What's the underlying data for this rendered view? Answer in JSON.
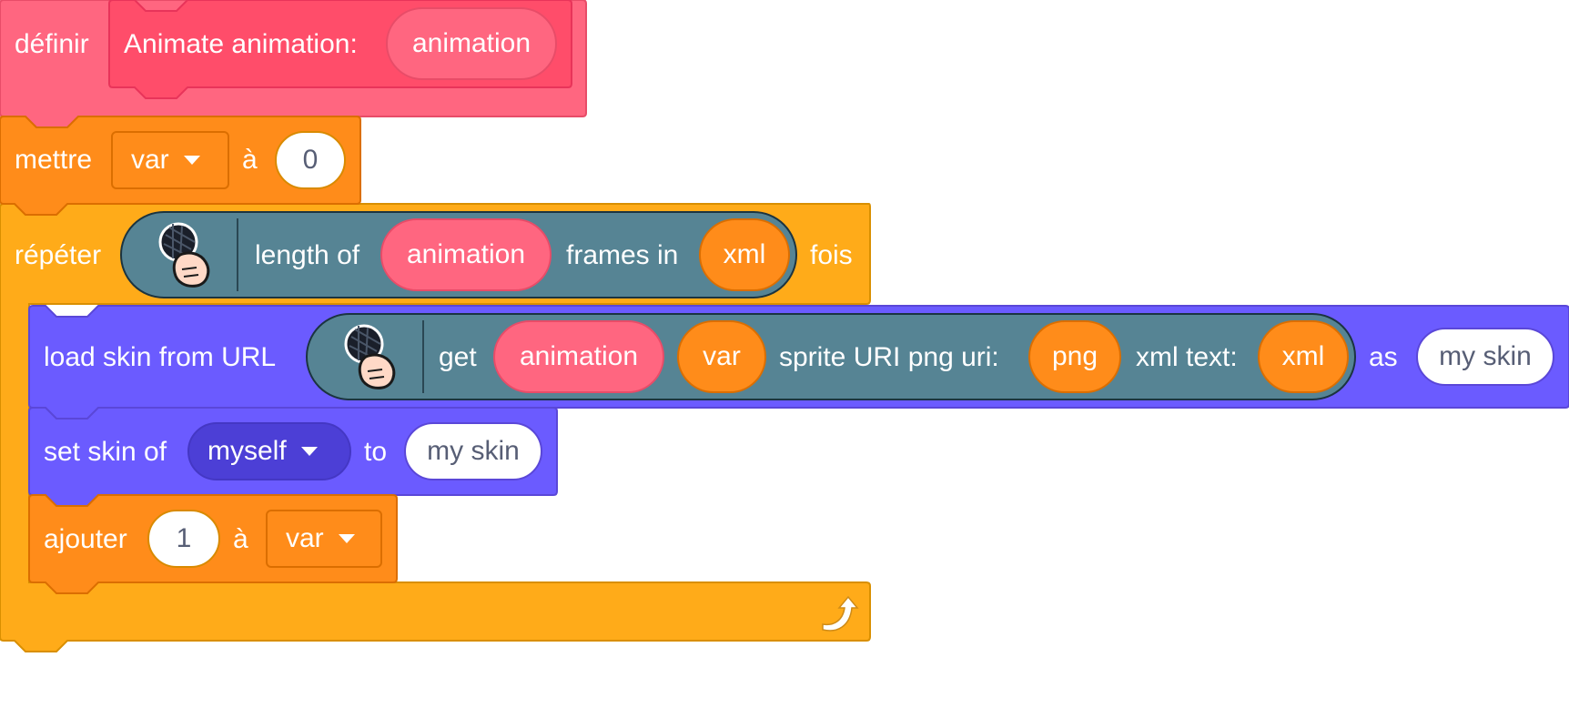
{
  "define_block": {
    "keyword": "définir",
    "proc_label": "Animate animation:",
    "param": "animation"
  },
  "set_block": {
    "keyword": "mettre",
    "variable": "var",
    "to_word": "à",
    "value": "0"
  },
  "repeat_block": {
    "keyword": "répéter",
    "length_label": "length of",
    "length_arg": "animation",
    "frames_label": "frames in",
    "frames_arg": "xml",
    "times_label": "fois"
  },
  "load_skin_block": {
    "label": "load skin from URL",
    "get_label": "get",
    "arg1": "animation",
    "arg2": "var",
    "png_label": "sprite URI png uri:",
    "png_arg": "png",
    "xml_label": "xml text:",
    "xml_arg": "xml",
    "as_label": "as",
    "skin_name": "my skin"
  },
  "set_skin_block": {
    "label": "set skin of",
    "target": "myself",
    "to_label": "to",
    "skin_name": "my skin"
  },
  "change_block": {
    "keyword": "ajouter",
    "amount": "1",
    "to_word": "à",
    "variable": "var"
  },
  "icons": {
    "extension_icon": "microphone-hand-icon",
    "loop_arrow": "loop-arrow-icon",
    "dropdown": "caret-down-icon"
  },
  "colors": {
    "define": "#ff6680",
    "variables": "#ff8c1a",
    "control": "#ffab19",
    "looks_ext": "#6b5bff",
    "extension": "#568494"
  }
}
